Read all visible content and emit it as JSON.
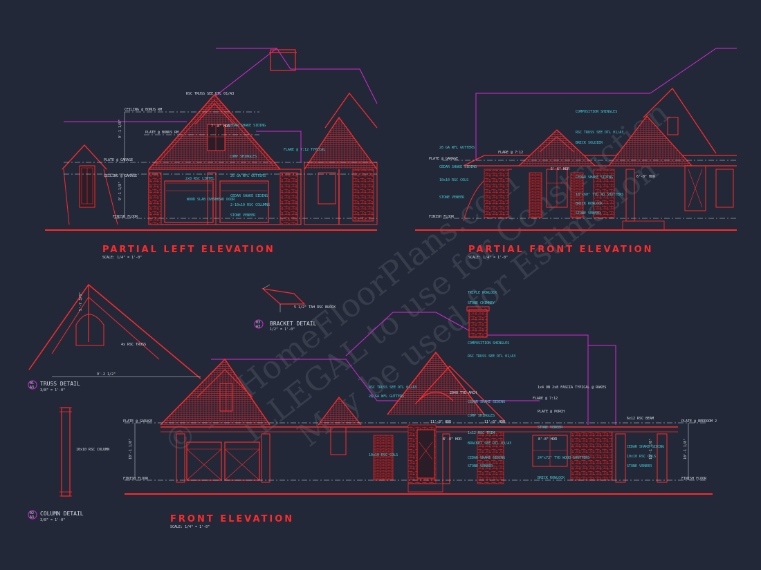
{
  "titles": {
    "left": "PARTIAL LEFT ELEVATION",
    "front_partial": "PARTIAL FRONT ELEVATION",
    "front": "FRONT ELEVATION",
    "scale": "SCALE: 1/4\" = 1'-0\""
  },
  "details": {
    "truss": {
      "title": "TRUSS DETAIL",
      "scale": "3/8\" = 1'-0\"",
      "num": "01",
      "sheet": "A3",
      "label": "4x RSC TRUSS"
    },
    "bracket": {
      "title": "BRACKET DETAIL",
      "scale": "1/2\" = 1'-0\"",
      "num": "03",
      "sheet": "A3",
      "label": "5 1/2\" TAH RSC BLOCK"
    },
    "column": {
      "title": "COLUMN DETAIL",
      "scale": "3/8\" = 1'-0\"",
      "num": "02",
      "sheet": "A3",
      "label": "10x10 RSC COLUMN"
    }
  },
  "left_notes": {
    "truss": "RSC TRUSS SEE DTL 01/A3",
    "ceiling_bonus": "CEILING @ BONUS RM",
    "plate_bonus": "PLATE @ BONUS RM",
    "plate_garage": "PLATE @ GARAGE",
    "ceiling_garage": "CEILING @ GARAGE",
    "finish_floor": "FINISH FLOOR",
    "cedar": "CEDAR SHAKE SIDING",
    "comp": "COMP SHINGLES",
    "lintel": "2x8 RSC LINTEL",
    "gutters": "26 GA WFL GUTTERS",
    "door": "WOOD SLAB OVERHEAD DOOR",
    "cedar2": "CEDAR SHAKE SIDING",
    "columns": "2-10x10 RSC COLUMNS",
    "stone": "STONE VENEER",
    "flare": "FLARE @ 7:12 TYPICAL",
    "hdr": "7'-8\" HDR"
  },
  "front_partial_notes": {
    "comp": "COMPOSITION SHINGLES",
    "truss": "RSC TRUSS SEE DTL 01/A3",
    "soldier": "BRICK SOLDIER",
    "gutters": "26 GA WFL GUTTERS",
    "flare": "FLARE @ 7:12",
    "plate": "PLATE @ GARAGE",
    "cedar": "CEDAR SHAKE SIDING",
    "cols": "10x10 RSC COLS",
    "stone": "STONE VENEER",
    "finish_floor": "FINISH FLOOR",
    "cedar2": "CEDAR SHAKE SIDING",
    "shutters": "18\"x60\" TYD WD SHUTTERS",
    "rowlock": "BRICK ROWLOCK",
    "stone2": "STONE VENEER",
    "hdr": "5'-6\" HDR",
    "hdr2": "6'-0\" HDR"
  },
  "front_notes": {
    "rowlock": "TRIPLE ROWLOCK",
    "chimney": "STONE CHIMNEY",
    "comp": "COMPOSITION SHINGLES",
    "truss": "RSC TRUSS SEE DTL 01/A3",
    "truss2": "RSC TRUSS SEE DTL 01/A3",
    "gutters": "26 GA WFL GUTTERS",
    "fascia": "1x4 ON 2x8 FASCIA TYPICAL @ RAKES",
    "flare": "FLARE @ 7:12",
    "flare_porch": "PLATE @ PORCH",
    "cedar": "CEDAR SHAKE SIDING",
    "comp2": "COMP SHINGLES",
    "trim": "1x12 RSC TRIM",
    "bracket": "BRACKET SEE DTL 03/A3",
    "cedar2": "CEDAR SHAKE SIDING",
    "stone": "STONE VENEER",
    "stone2": "STONE VENEER",
    "shutters": "24\"x72\" TYD WOOD SHUTTERS",
    "brick": "BRICK ROWLOCK",
    "beam": "6x12 RSC BEAM",
    "plate_bed": "PLATE @ BEDROOM 2",
    "cedar3": "CEDAR SHAKE SIDING",
    "cols": "10x10 RSC COLS",
    "stone3": "STONE VENEER",
    "cols2": "10x10 RSC COLS",
    "plate_garage": "PLATE @ GARAGE",
    "finish_floor": "FINISH FLOOR",
    "finish_floor2": "FINISH FLOOR",
    "arch": "2040 TYD ARCH",
    "hdr": "11'-8\" HDR",
    "hdr2": "8'-8\" HDR",
    "hdr3": "11'-0\" HDR",
    "hdr4": "8'-8\" HDR"
  },
  "dims": {
    "left_a": "9'-1 1/8\"",
    "left_b": "9'-1 1/8\"",
    "front_a": "10'-1 1/8\"",
    "front_b": "10'-1 1/8\"",
    "front_c": "10'-1 1/8\"",
    "truss_w": "9'-2 1/2\"",
    "truss_h": "5'-7 3/8\""
  },
  "watermark": [
    "© MyHomeFloorPlans.com",
    "ILLEGAL to use for Construction",
    "May be used for Estimation"
  ],
  "colors": {
    "bg": "#232838",
    "red": "#ff2a2a",
    "magenta": "#d828d8",
    "cyan": "#3fd0d8",
    "white": "#d8dde8"
  }
}
